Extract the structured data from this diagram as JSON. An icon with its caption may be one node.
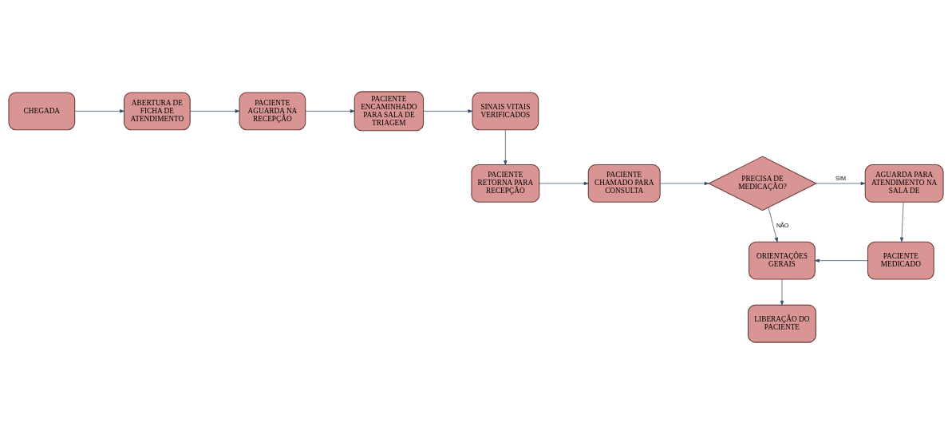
{
  "diagram": {
    "nodes": [
      {
        "text": [
          "CHEGADA"
        ]
      },
      {
        "text": [
          "ABERTURA DE FICHA DE ATENDIMENTO"
        ]
      },
      {
        "text": [
          "PACIENTE AGUARDA NA RECEPÇÃO"
        ]
      },
      {
        "text": [
          "PACIENTE ENCAMINHADO PARA SALA DE TRIAGEM"
        ]
      },
      {
        "text": [
          "SINAIS VITAIS VERIFICADOS"
        ]
      },
      {
        "text": [
          "PACIENTE RETORNA PARA RECEPÇÃO"
        ]
      },
      {
        "text": [
          "PACIENTE CHAMADO PARA CONSULTA"
        ]
      },
      {
        "text": [
          "PRECISA DE MEDICAÇÃO?"
        ]
      },
      {
        "text": [
          "AGUARDA PARA ATENDIMENTO NA SALA DE"
        ]
      },
      {
        "text": [
          "PACIENTE MEDICADO"
        ]
      },
      {
        "text": [
          "ORIENTAÇÕES GERAIS"
        ]
      },
      {
        "text": [
          "LIBERAÇÃO DO PACIENTE"
        ]
      }
    ],
    "edges": [
      {
        "from": 0,
        "to": 1,
        "arrow": "to"
      },
      {
        "from": 1,
        "to": 2,
        "arrow": "to"
      },
      {
        "from": 2,
        "to": 3,
        "arrow": "to"
      },
      {
        "from": 3,
        "to": 4,
        "arrow": "to"
      },
      {
        "from": 4,
        "to": 5,
        "arrow": "to"
      },
      {
        "from": 5,
        "to": 6,
        "arrow": "to"
      },
      {
        "from": 6,
        "to": 7,
        "arrow": "to"
      },
      {
        "from": 7,
        "to": 8,
        "arrow": "to",
        "label": "SIM"
      },
      {
        "from": 8,
        "to": 9,
        "arrow": "to"
      },
      {
        "from": 9,
        "to": 10,
        "arrow": "to"
      },
      {
        "from": 7,
        "to": 10,
        "arrow": "to",
        "label": "NÃO"
      },
      {
        "from": 10,
        "to": 11,
        "arrow": "to"
      }
    ]
  }
}
